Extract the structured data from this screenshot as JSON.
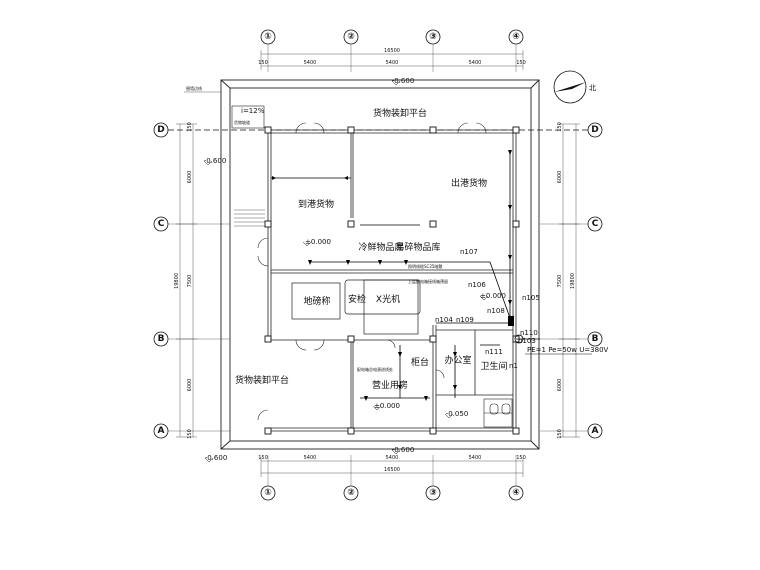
{
  "grid": {
    "columns": [
      "①",
      "②",
      "③",
      "④"
    ],
    "rows": [
      "D",
      "C",
      "B",
      "A"
    ]
  },
  "dimensions": {
    "top_total": "16500",
    "bottom_total": "16500",
    "bays": [
      "5400",
      "5400",
      "5400"
    ],
    "edge": "150",
    "left_total": "19800",
    "right_total": "19800",
    "row_top": "6000",
    "row_mid": "7500",
    "row_bottom": "6000"
  },
  "levels": {
    "outside_top": "-0.600",
    "outside_bottom": "-0.600",
    "outside_left": "-0.600",
    "outside_bottom_left": "-0.600",
    "floor_arrival": "±0.000",
    "floor_office": "±0.000",
    "floor_right": "±0.000",
    "step": "-0.050"
  },
  "rooms": {
    "loading_platform_top": "货物装卸平台",
    "arrival_goods": "到港货物",
    "departure_goods": "出港货物",
    "cold_storage": "冷鲜物品库",
    "fragile_storage": "易碎物品库",
    "weighbridge": "地磅称",
    "security_check": "安检",
    "xray": "X光机",
    "loading_platform_left": "货物装卸平台",
    "counter": "柜台",
    "business_room": "营业用房",
    "office": "办公室",
    "toilet": "卫生间"
  },
  "annotations": {
    "ramp_slope": "i=12%",
    "ramp_label": "货物坡道",
    "border_note": "围墙边线",
    "conduit_note_1": "照明线缆SC25暗敷",
    "conduit_note_2": "上层配电箱接线箱预留",
    "panel_note": "配电箱总电源进线处",
    "power_spec": "PE=1 Pe=50w U=380V",
    "north_label": "北"
  },
  "circuits": [
    "n107",
    "n106",
    "n105",
    "n108",
    "n104",
    "n109",
    "n110",
    "n103",
    "n111",
    "n1"
  ]
}
